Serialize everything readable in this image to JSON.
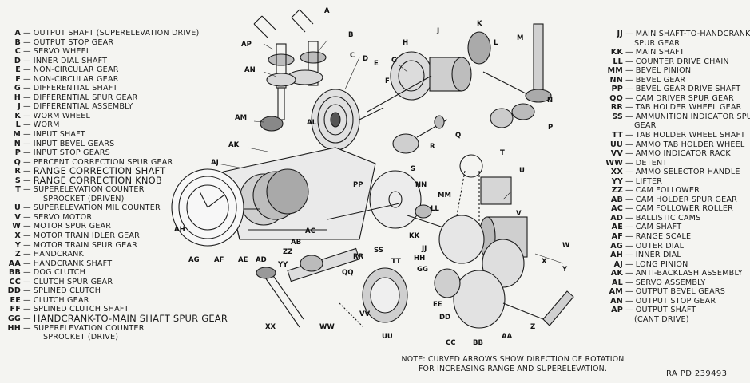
{
  "legend_left": [
    {
      "code": "A",
      "desc": "OUTPUT SHAFT (SUPERELEVATION DRIVE)"
    },
    {
      "code": "B",
      "desc": "OUTPUT STOP GEAR"
    },
    {
      "code": "C",
      "desc": "SERVO WHEEL"
    },
    {
      "code": "D",
      "desc": "INNER DIAL SHAFT"
    },
    {
      "code": "E",
      "desc": "NON-CIRCULAR GEAR"
    },
    {
      "code": "F",
      "desc": "NON-CIRCULAR GEAR"
    },
    {
      "code": "G",
      "desc": "DIFFERENTIAL SHAFT"
    },
    {
      "code": "H",
      "desc": "DIFFERENTIAL SPUR GEAR"
    },
    {
      "code": "J",
      "desc": "DIFFERENTIAL ASSEMBLY"
    },
    {
      "code": "K",
      "desc": "WORM WHEEL"
    },
    {
      "code": "L",
      "desc": "WORM"
    },
    {
      "code": "M",
      "desc": "INPUT SHAFT"
    },
    {
      "code": "N",
      "desc": "INPUT BEVEL GEARS"
    },
    {
      "code": "P",
      "desc": "INPUT STOP GEARS"
    },
    {
      "code": "Q",
      "desc": "PERCENT CORRECTION SPUR GEAR"
    },
    {
      "code": "R",
      "desc": "RANGE CORRECTION SHAFT"
    },
    {
      "code": "S",
      "desc": "RANGE CORRECTION KNOB"
    },
    {
      "code": "T",
      "desc": "SUPERELEVATION COUNTER"
    },
    {
      "code": "",
      "desc": "SPROCKET (DRIVEN)"
    },
    {
      "code": "U",
      "desc": "SUPERELEVATION MIL COUNTER"
    },
    {
      "code": "V",
      "desc": "SERVO MOTOR"
    },
    {
      "code": "W",
      "desc": "MOTOR SPUR GEAR"
    },
    {
      "code": "X",
      "desc": "MOTOR TRAIN IDLER GEAR"
    },
    {
      "code": "Y",
      "desc": "MOTOR TRAIN SPUR GEAR"
    },
    {
      "code": "Z",
      "desc": "HANDCRANK"
    },
    {
      "code": "AA",
      "desc": "HANDCRANK SHAFT"
    },
    {
      "code": "BB",
      "desc": "DOG CLUTCH"
    },
    {
      "code": "CC",
      "desc": "CLUTCH SPUR GEAR"
    },
    {
      "code": "DD",
      "desc": "SPLINED CLUTCH"
    },
    {
      "code": "EE",
      "desc": "CLUTCH GEAR"
    },
    {
      "code": "FF",
      "desc": "SPLINED CLUTCH SHAFT"
    },
    {
      "code": "GG",
      "desc": "HANDCRANK-TO-MAIN SHAFT SPUR GEAR"
    },
    {
      "code": "HH",
      "desc": "SUPERELEVATION COUNTER"
    },
    {
      "code": "",
      "desc": "SPROCKET (DRIVE)"
    }
  ],
  "legend_right": [
    {
      "code": "JJ",
      "desc": "MAIN SHAFT-TO-HANDCRANK"
    },
    {
      "code": "",
      "desc": "SPUR GEAR"
    },
    {
      "code": "KK",
      "desc": "MAIN SHAFT"
    },
    {
      "code": "LL",
      "desc": "COUNTER DRIVE CHAIN"
    },
    {
      "code": "MM",
      "desc": "BEVEL PINION"
    },
    {
      "code": "NN",
      "desc": "BEVEL GEAR"
    },
    {
      "code": "PP",
      "desc": "BEVEL GEAR DRIVE SHAFT"
    },
    {
      "code": "QQ",
      "desc": "CAM DRIVER SPUR GEAR"
    },
    {
      "code": "RR",
      "desc": "TAB HOLDER WHEEL GEAR"
    },
    {
      "code": "SS",
      "desc": "AMMUNITION INDICATOR SPUR"
    },
    {
      "code": "",
      "desc": "GEAR"
    },
    {
      "code": "TT",
      "desc": "TAB HOLDER WHEEL SHAFT"
    },
    {
      "code": "UU",
      "desc": "AMMO TAB HOLDER WHEEL"
    },
    {
      "code": "VV",
      "desc": "AMMO INDICATOR RACK"
    },
    {
      "code": "WW",
      "desc": "DETENT"
    },
    {
      "code": "XX",
      "desc": "AMMO SELECTOR HANDLE"
    },
    {
      "code": "YY",
      "desc": "LIFTER"
    },
    {
      "code": "ZZ",
      "desc": "CAM FOLLOWER"
    },
    {
      "code": "AB",
      "desc": "CAM HOLDER SPUR GEAR"
    },
    {
      "code": "AC",
      "desc": "CAM FOLLOWER ROLLER"
    },
    {
      "code": "AD",
      "desc": "BALLISTIC CAMS"
    },
    {
      "code": "AE",
      "desc": "CAM SHAFT"
    },
    {
      "code": "AF",
      "desc": "RANGE SCALE"
    },
    {
      "code": "AG",
      "desc": "OUTER DIAL"
    },
    {
      "code": "AH",
      "desc": "INNER DIAL"
    },
    {
      "code": "AJ",
      "desc": "LONG PINION"
    },
    {
      "code": "AK",
      "desc": "ANTI-BACKLASH ASSEMBLY"
    },
    {
      "code": "AL",
      "desc": "SERVO ASSEMBLY"
    },
    {
      "code": "AM",
      "desc": "OUTPUT BEVEL GEARS"
    },
    {
      "code": "AN",
      "desc": "OUTPUT STOP GEAR"
    },
    {
      "code": "AP",
      "desc": "OUTPUT SHAFT"
    },
    {
      "code": "",
      "desc": "(CANT DRIVE)"
    }
  ],
  "callouts": {
    "A": "A",
    "B": "B",
    "C": "C",
    "D": "D",
    "E": "E",
    "F": "F",
    "G": "G",
    "H": "H",
    "J": "J",
    "K": "K",
    "L": "L",
    "M": "M",
    "N": "N",
    "P": "P",
    "Q": "Q",
    "R": "R",
    "S": "S",
    "T": "T",
    "U": "U",
    "V": "V",
    "W": "W",
    "X": "X",
    "Y": "Y",
    "Z": "Z",
    "AA": "AA",
    "BB": "BB",
    "CC": "CC",
    "DD": "DD",
    "EE": "EE",
    "GG": "GG",
    "HH": "HH",
    "JJ": "JJ",
    "KK": "KK",
    "LL": "LL",
    "MM": "MM",
    "NN": "NN",
    "PP": "PP",
    "QQ": "QQ",
    "RR": "RR",
    "SS": "SS",
    "TT": "TT",
    "UU": "UU",
    "VV": "VV",
    "WW": "WW",
    "XX": "XX",
    "YY": "YY",
    "ZZ": "ZZ",
    "AB": "AB",
    "AC": "AC",
    "AD": "AD",
    "AE": "AE",
    "AF": "AF",
    "AG": "AG",
    "AH": "AH",
    "AJ": "AJ",
    "AK": "AK",
    "AL": "AL",
    "AM": "AM",
    "AN": "AN",
    "AP": "AP"
  },
  "note": {
    "line1": "NOTE: CURVED ARROWS SHOW DIRECTION OF ROTATION",
    "line2": "FOR INCREASING RANGE AND SUPERELEVATION."
  },
  "reference": "RA PD  239493",
  "colors": {
    "ink": "#1a1a1a",
    "paper": "#f4f4f1",
    "shade": "#9a9a9a"
  }
}
